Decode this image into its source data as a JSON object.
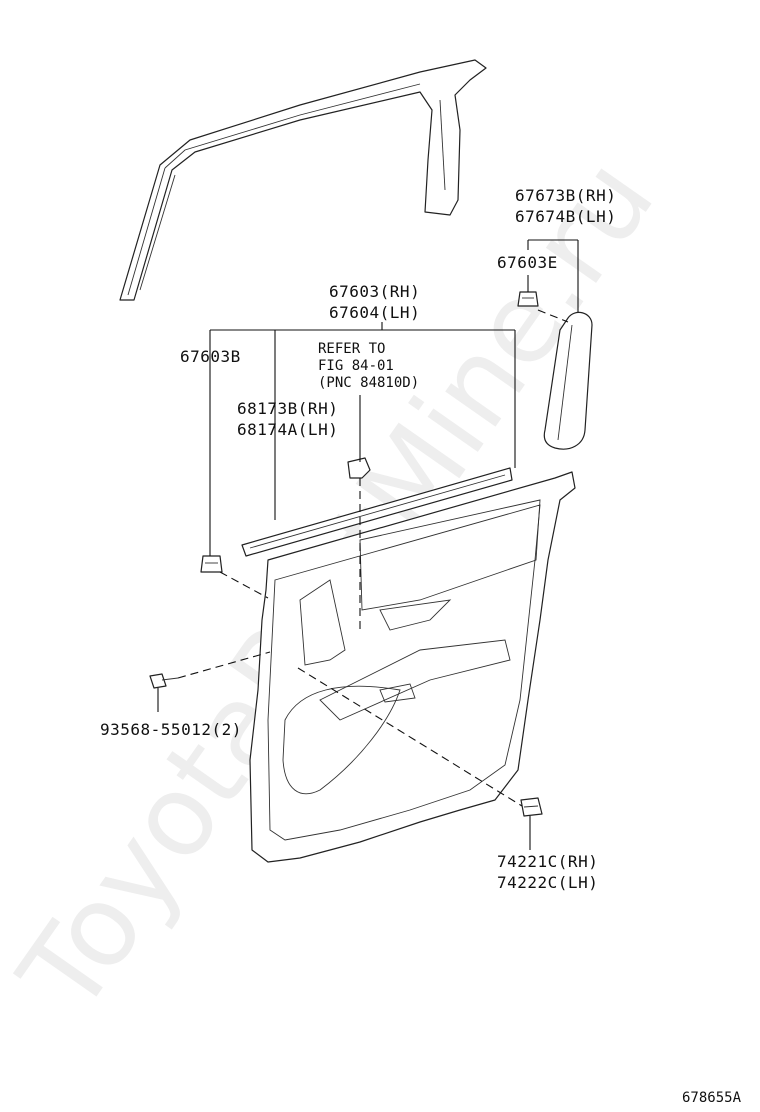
{
  "watermark": "ToyotaPartMine.ru",
  "labels": {
    "part_67673b_rh": "67673B(RH)",
    "part_67674b_lh": "67674B(LH)",
    "part_67603e": "67603E",
    "part_67603_rh": "67603(RH)",
    "part_67604_lh": "67604(LH)",
    "part_67603b": "67603B",
    "refer_line1": "REFER TO",
    "refer_line2": "FIG 84-01",
    "refer_line3": "(PNC 84810D)",
    "part_68173b_rh": "68173B(RH)",
    "part_68174a_lh": "68174A(LH)",
    "part_93568": "93568-55012(2)",
    "part_74221c_rh": "74221C(RH)",
    "part_74222c_lh": "74222C(LH)"
  },
  "figure_id": "678655A"
}
